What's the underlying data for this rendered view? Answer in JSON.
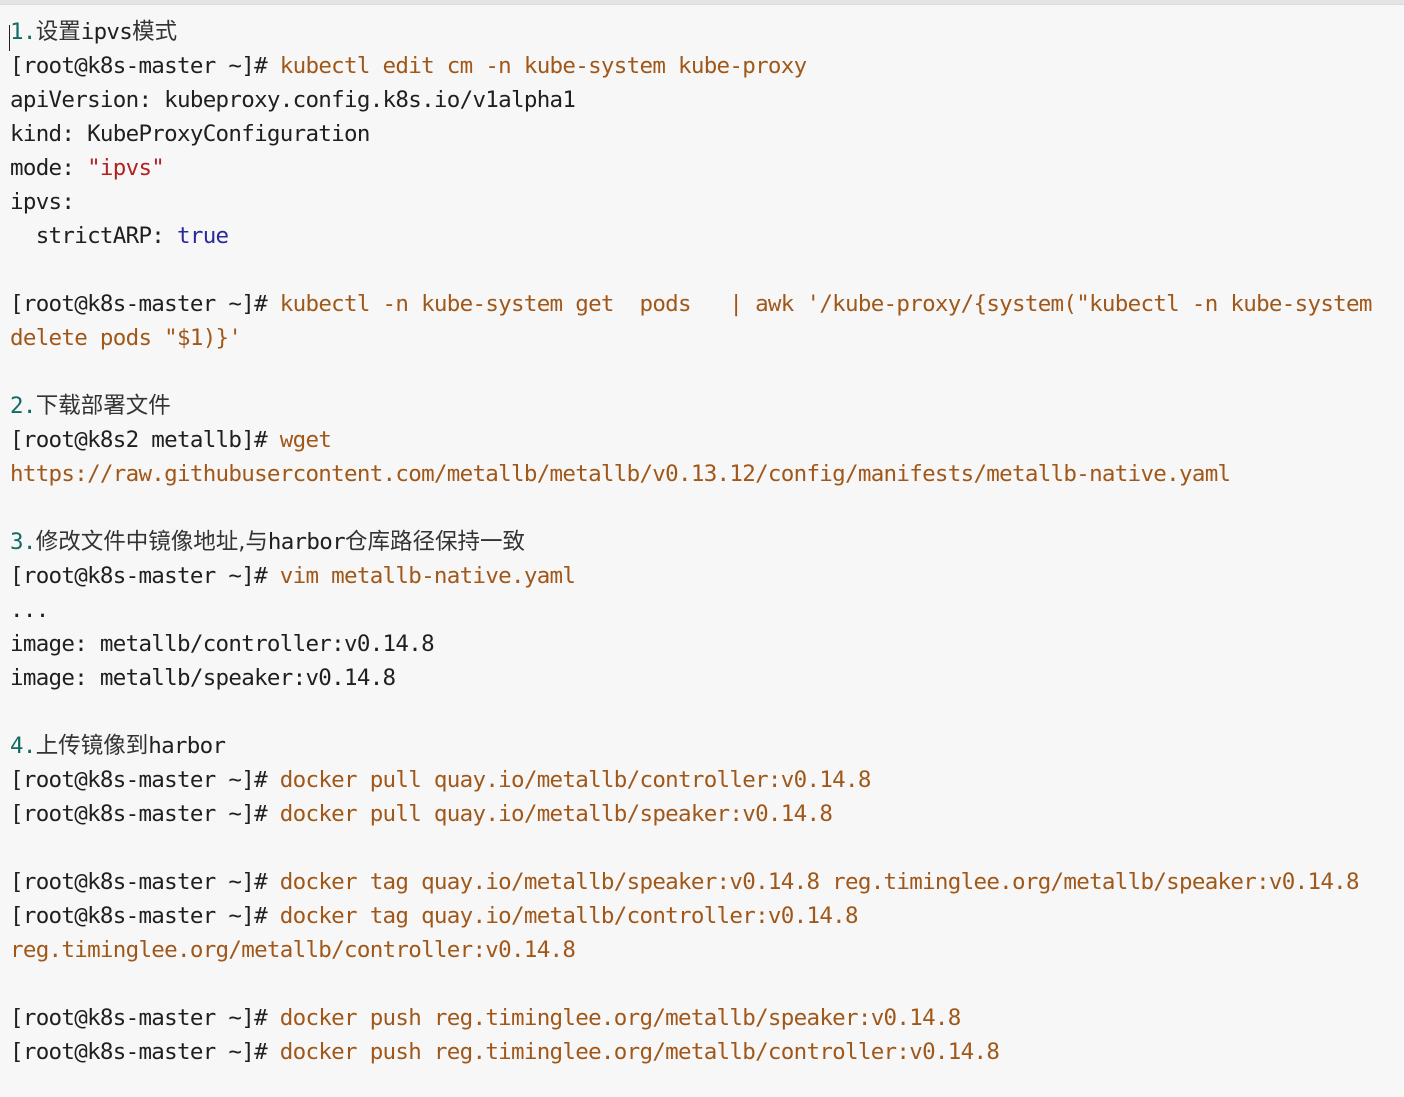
{
  "code_block": {
    "step1": {
      "num": "1.",
      "title": "设置",
      "title_en": "ipvs",
      "title_tail": "模式"
    },
    "l_edit": {
      "prompt": "[root@k8s-master ~]#",
      "cmd": " kubectl edit cm -n kube-system kube-proxy"
    },
    "yaml": {
      "api": "apiVersion: kubeproxy.config.k8s.io/v1alpha1",
      "kind": "kind: KubeProxyConfiguration",
      "mode_key": "mode: ",
      "mode_val": "\"ipvs\"",
      "ipvs": "ipvs:",
      "strict_key": "  strictARP: ",
      "strict_val": "true"
    },
    "l_awk": {
      "prompt": "[root@k8s-master ~]#",
      "cmd": " kubectl -n kube-system get  pods   | awk '/kube-proxy/{system(\"kubectl -n kube-system",
      "cont": "delete pods \"$1)}'"
    },
    "step2": {
      "num": "2.",
      "title": "下载部署文件"
    },
    "l_wget": {
      "prompt": "[root@k8s2 metallb]#",
      "cmd": " wget",
      "url": "https://raw.githubusercontent.com/metallb/metallb/v0.13.12/config/manifests/metallb-native.yaml"
    },
    "step3": {
      "num": "3.",
      "title": "修改文件中镜像地址,与",
      "title_en": "harbor",
      "title_tail": "仓库路径保持一致"
    },
    "l_vim": {
      "prompt": "[root@k8s-master ~]#",
      "cmd": " vim metallb-native.yaml"
    },
    "ellipsis": "...",
    "img_controller": "image: metallb/controller:v0.14.8",
    "img_speaker": "image: metallb/speaker:v0.14.8",
    "step4": {
      "num": "4.",
      "title": "上传镜像到",
      "title_en": "harbor"
    },
    "l_pull1": {
      "prompt": "[root@k8s-master ~]#",
      "cmd": " docker pull quay.io/metallb/controller:v0.14.8"
    },
    "l_pull2": {
      "prompt": "[root@k8s-master ~]#",
      "cmd": " docker pull quay.io/metallb/speaker:v0.14.8"
    },
    "l_tag1": {
      "prompt": "[root@k8s-master ~]#",
      "cmd": " docker tag quay.io/metallb/speaker:v0.14.8 reg.timinglee.org/metallb/speaker:v0.14.8"
    },
    "l_tag2": {
      "prompt": "[root@k8s-master ~]#",
      "cmd": " docker tag quay.io/metallb/controller:v0.14.8",
      "cont": "reg.timinglee.org/metallb/controller:v0.14.8"
    },
    "l_push1": {
      "prompt": "[root@k8s-master ~]#",
      "cmd": " docker push reg.timinglee.org/metallb/speaker:v0.14.8"
    },
    "l_push2": {
      "prompt": "[root@k8s-master ~]#",
      "cmd": " docker push reg.timinglee.org/metallb/controller:v0.14.8"
    }
  }
}
